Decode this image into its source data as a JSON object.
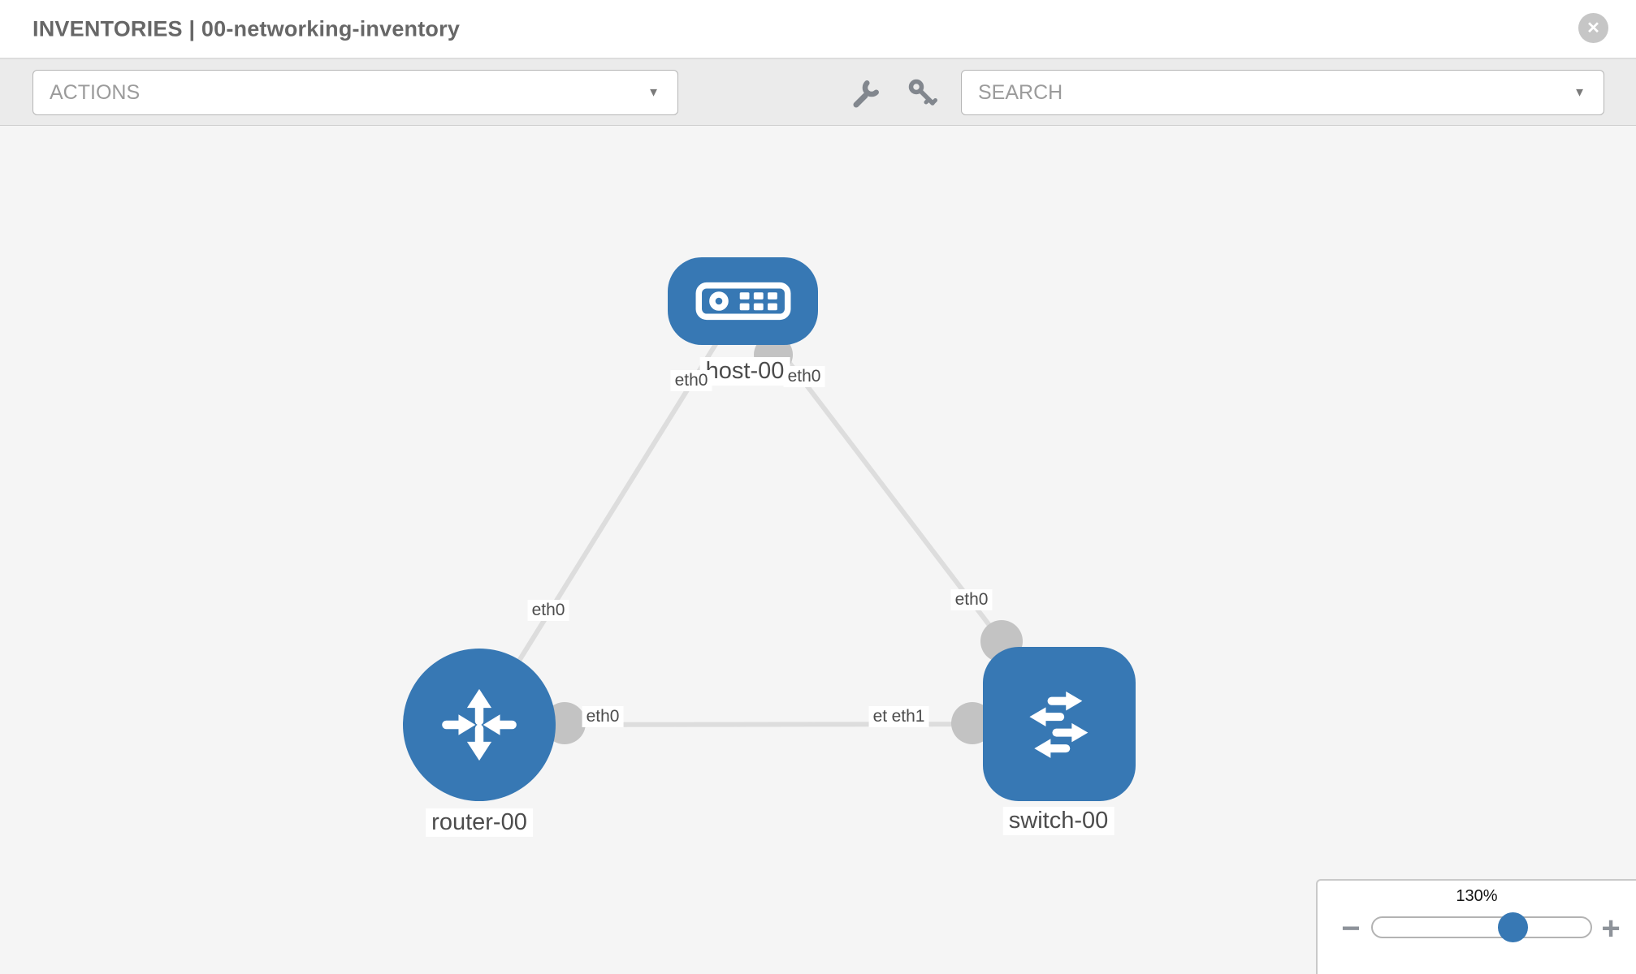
{
  "header": {
    "title": "INVENTORIES | 00-networking-inventory"
  },
  "toolbar": {
    "actions_label": "ACTIONS",
    "search_label": "SEARCH"
  },
  "icons": {
    "close": "✕",
    "dropdown_caret": "▼",
    "minus": "−",
    "plus": "+"
  },
  "topology": {
    "nodes": [
      {
        "label": "host-00",
        "type": "host"
      },
      {
        "label": "router-00",
        "type": "router"
      },
      {
        "label": "switch-00",
        "type": "switch"
      }
    ],
    "links": [
      {
        "from": "host-00",
        "from_interface": "eth0",
        "to": "router-00",
        "to_interface": "eth0"
      },
      {
        "from": "host-00",
        "from_interface": "eth0",
        "to": "switch-00",
        "to_interface": "eth0"
      },
      {
        "from": "router-00",
        "from_interface": "eth0",
        "to": "switch-00",
        "to_interface": "eth1"
      }
    ],
    "interface_labels": {
      "host_router_host_end": "eth0",
      "host_router_router_end": "eth0",
      "host_switch_host_end": "eth0",
      "host_switch_switch_end": "eth0",
      "router_switch_router_end": "eth0",
      "router_switch_switch_end_back": "eth0",
      "router_switch_switch_end_front": "eth1"
    }
  },
  "zoom_control": {
    "level": "130%",
    "percent": 130
  }
}
